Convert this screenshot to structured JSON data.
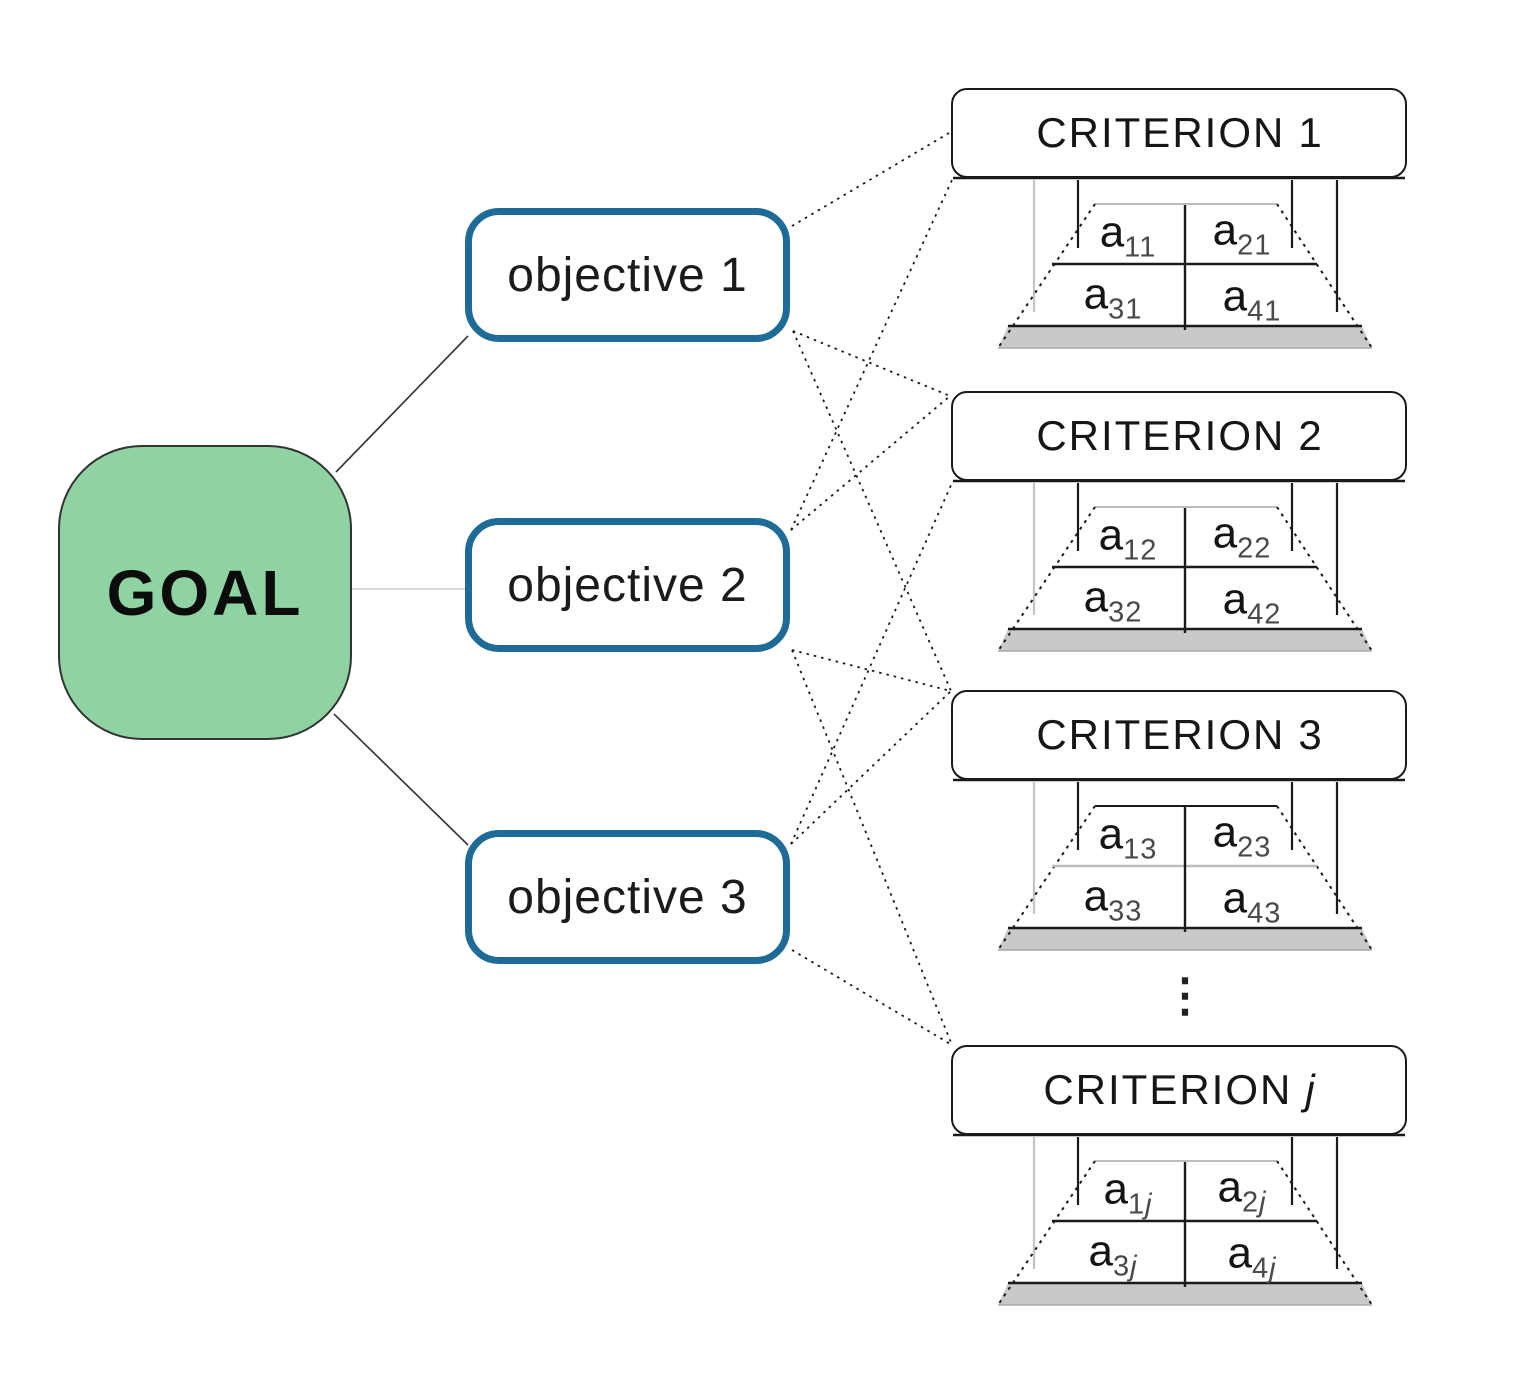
{
  "figure": {
    "goal": {
      "label": "GOAL"
    },
    "objectives": [
      {
        "label": "objective 1"
      },
      {
        "label": "objective 2"
      },
      {
        "label": "objective 3"
      }
    ],
    "criteria": [
      {
        "title": "CRITERION",
        "index": "1",
        "italic_index": false,
        "cells": [
          {
            "base": "a",
            "sub": "11"
          },
          {
            "base": "a",
            "sub": "21"
          },
          {
            "base": "a",
            "sub": "31"
          },
          {
            "base": "a",
            "sub": "41"
          }
        ]
      },
      {
        "title": "CRITERION",
        "index": "2",
        "italic_index": false,
        "cells": [
          {
            "base": "a",
            "sub": "12"
          },
          {
            "base": "a",
            "sub": "22"
          },
          {
            "base": "a",
            "sub": "32"
          },
          {
            "base": "a",
            "sub": "42"
          }
        ]
      },
      {
        "title": "CRITERION",
        "index": "3",
        "italic_index": false,
        "cells": [
          {
            "base": "a",
            "sub": "13"
          },
          {
            "base": "a",
            "sub": "23"
          },
          {
            "base": "a",
            "sub": "33"
          },
          {
            "base": "a",
            "sub": "43"
          }
        ]
      },
      {
        "title": "CRITERION",
        "index": "j",
        "italic_index": true,
        "cells": [
          {
            "base": "a",
            "sub": "1j"
          },
          {
            "base": "a",
            "sub": "2j"
          },
          {
            "base": "a",
            "sub": "3j"
          },
          {
            "base": "a",
            "sub": "4j"
          }
        ]
      }
    ],
    "ellipsis": "⋮",
    "edges": [
      {
        "from": "goal",
        "to": "objective-1"
      },
      {
        "from": "goal",
        "to": "objective-2"
      },
      {
        "from": "goal",
        "to": "objective-3"
      },
      {
        "from": "objective-1",
        "to": "criterion-1"
      },
      {
        "from": "objective-2",
        "to": "criterion-1"
      },
      {
        "from": "objective-1",
        "to": "criterion-2"
      },
      {
        "from": "objective-2",
        "to": "criterion-2"
      },
      {
        "from": "objective-3",
        "to": "criterion-2"
      },
      {
        "from": "objective-1",
        "to": "criterion-3"
      },
      {
        "from": "objective-2",
        "to": "criterion-3"
      },
      {
        "from": "objective-3",
        "to": "criterion-3"
      },
      {
        "from": "objective-2",
        "to": "criterion-j"
      },
      {
        "from": "objective-3",
        "to": "criterion-j"
      }
    ],
    "colors": {
      "goal_fill": "#8fd3a3",
      "objective_border": "#1d6b96",
      "band_fill": "#c9c9c9"
    }
  }
}
